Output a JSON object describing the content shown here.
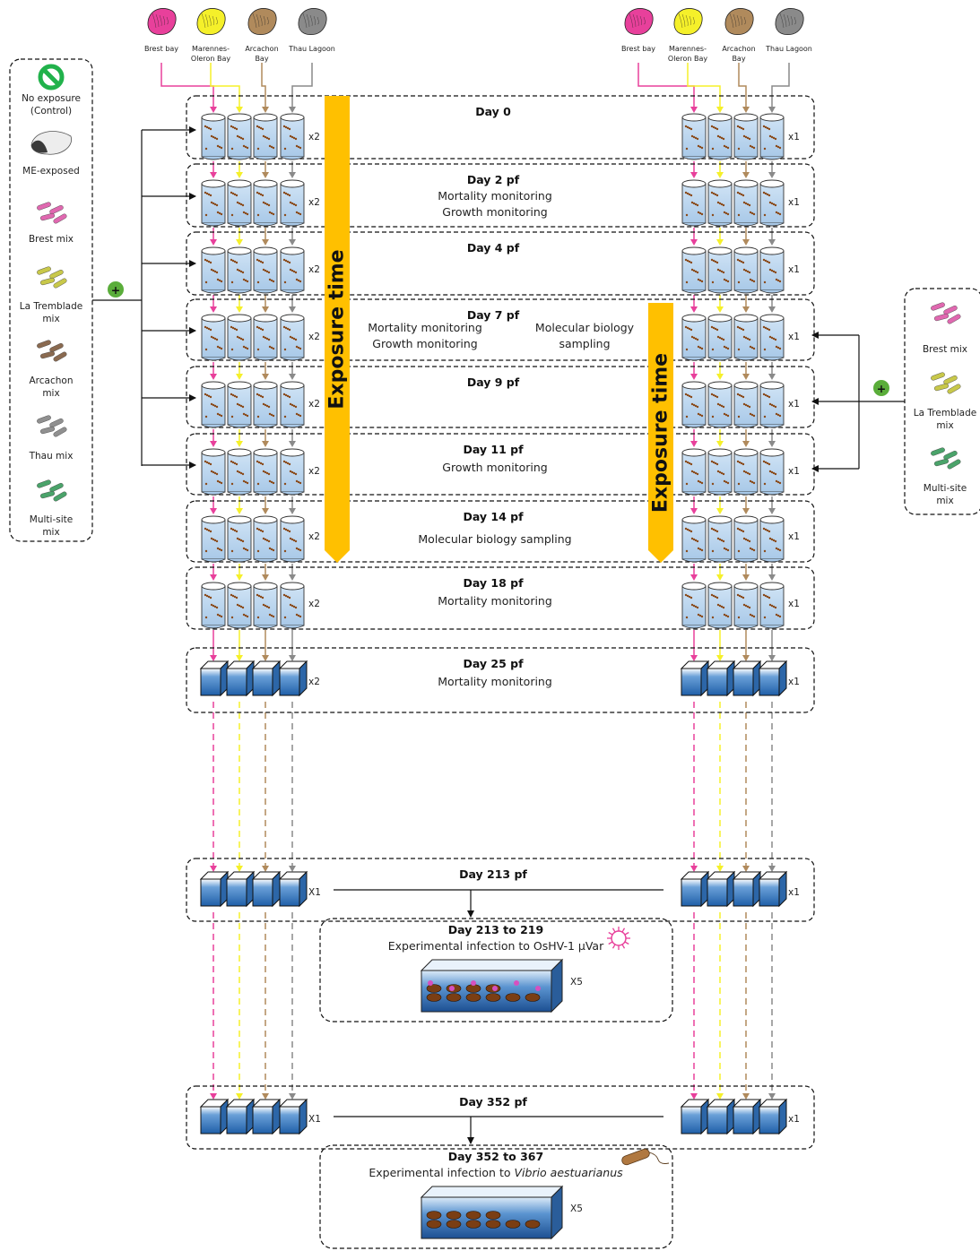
{
  "sources": [
    {
      "label": [
        "Brest bay"
      ],
      "color": "#e8409b",
      "key": "brest"
    },
    {
      "label": [
        "Marennes-",
        "Oleron  Bay"
      ],
      "color": "#f5f02a",
      "key": "marennes"
    },
    {
      "label": [
        "Arcachon",
        "Bay"
      ],
      "color": "#b08a5c",
      "key": "arcachon"
    },
    {
      "label": [
        "Thau Lagoon"
      ],
      "color": "#8a8a8a",
      "key": "thau"
    }
  ],
  "left_legend": [
    {
      "label": [
        "No exposure",
        "(Control)"
      ],
      "icon": "no-entry-icon"
    },
    {
      "label": [
        "ME-exposed"
      ],
      "icon": "oyster-icon"
    },
    {
      "label": [
        "Brest mix"
      ],
      "icon": "bacteria-icon",
      "color": "#e068b0"
    },
    {
      "label": [
        "La Tremblade",
        "mix"
      ],
      "icon": "bacteria-icon",
      "color": "#c8c84a"
    },
    {
      "label": [
        "Arcachon",
        "mix"
      ],
      "icon": "bacteria-icon",
      "color": "#8a6a50"
    },
    {
      "label": [
        "Thau mix"
      ],
      "icon": "bacteria-icon",
      "color": "#909090"
    },
    {
      "label": [
        "Multi-site",
        "mix"
      ],
      "icon": "bacteria-icon",
      "color": "#4aa36a"
    }
  ],
  "right_legend": [
    {
      "label": [
        "Brest mix"
      ],
      "icon": "bacteria-icon",
      "color": "#e068b0"
    },
    {
      "label": [
        "La Tremblade",
        "mix"
      ],
      "icon": "bacteria-icon",
      "color": "#c8c84a"
    },
    {
      "label": [
        "Multi-site",
        "mix"
      ],
      "icon": "bacteria-icon",
      "color": "#4aa36a"
    }
  ],
  "plus_symbol": "+",
  "stages": [
    {
      "day": "Day 0",
      "left_mult": "x2",
      "right_mult": "x1",
      "container": "beaker",
      "notes": []
    },
    {
      "day": "Day 2 pf",
      "left_mult": "x2",
      "right_mult": "x1",
      "container": "beaker",
      "notes": [
        "Mortality monitoring",
        "Growth monitoring"
      ]
    },
    {
      "day": "Day 4 pf",
      "left_mult": "x2",
      "right_mult": "x1",
      "container": "beaker",
      "notes": []
    },
    {
      "day": "Day 7 pf",
      "left_mult": "x2",
      "right_mult": "x1",
      "container": "beaker",
      "notes": [
        "Mortality monitoring",
        "Growth monitoring"
      ],
      "notes_right": [
        "Molecular biology",
        "sampling"
      ]
    },
    {
      "day": "Day 9 pf",
      "left_mult": "x2",
      "right_mult": "x1",
      "container": "beaker",
      "notes": []
    },
    {
      "day": "Day 11 pf",
      "left_mult": "x2",
      "right_mult": "x1",
      "container": "beaker",
      "notes": [
        "Growth monitoring"
      ]
    },
    {
      "day": "Day 14 pf",
      "left_mult": "x2",
      "right_mult": "x1",
      "container": "beaker",
      "notes": [
        "Molecular biology sampling"
      ]
    },
    {
      "day": "Day 18 pf",
      "left_mult": "x2",
      "right_mult": "x1",
      "container": "beaker",
      "notes": [
        "Mortality monitoring"
      ]
    },
    {
      "day": "Day 25 pf",
      "left_mult": "x2",
      "right_mult": "x1",
      "container": "tank",
      "notes": [
        "Mortality monitoring"
      ]
    },
    {
      "day": "Day 213 pf",
      "left_mult": "X1",
      "right_mult": "x1",
      "container": "tank",
      "notes": []
    },
    {
      "day": "Day 352 pf",
      "left_mult": "X1",
      "right_mult": "x1",
      "container": "tank",
      "notes": []
    }
  ],
  "exposure_label_left": "Exposure time",
  "exposure_label_right": "Exposure time",
  "exposure_color": "#ffc000",
  "infections": [
    {
      "title": "Day 213 to 219",
      "text": "Experimental infection to OsHV-1 µVar",
      "text_italic": "",
      "multiplier": "X5",
      "icon": "virus-icon"
    },
    {
      "title": "Day 352 to 367",
      "text": "Experimental infection to ",
      "text_italic": "Vibrio aestuarianus",
      "multiplier": "X5",
      "icon": "vibrio-icon"
    }
  ]
}
